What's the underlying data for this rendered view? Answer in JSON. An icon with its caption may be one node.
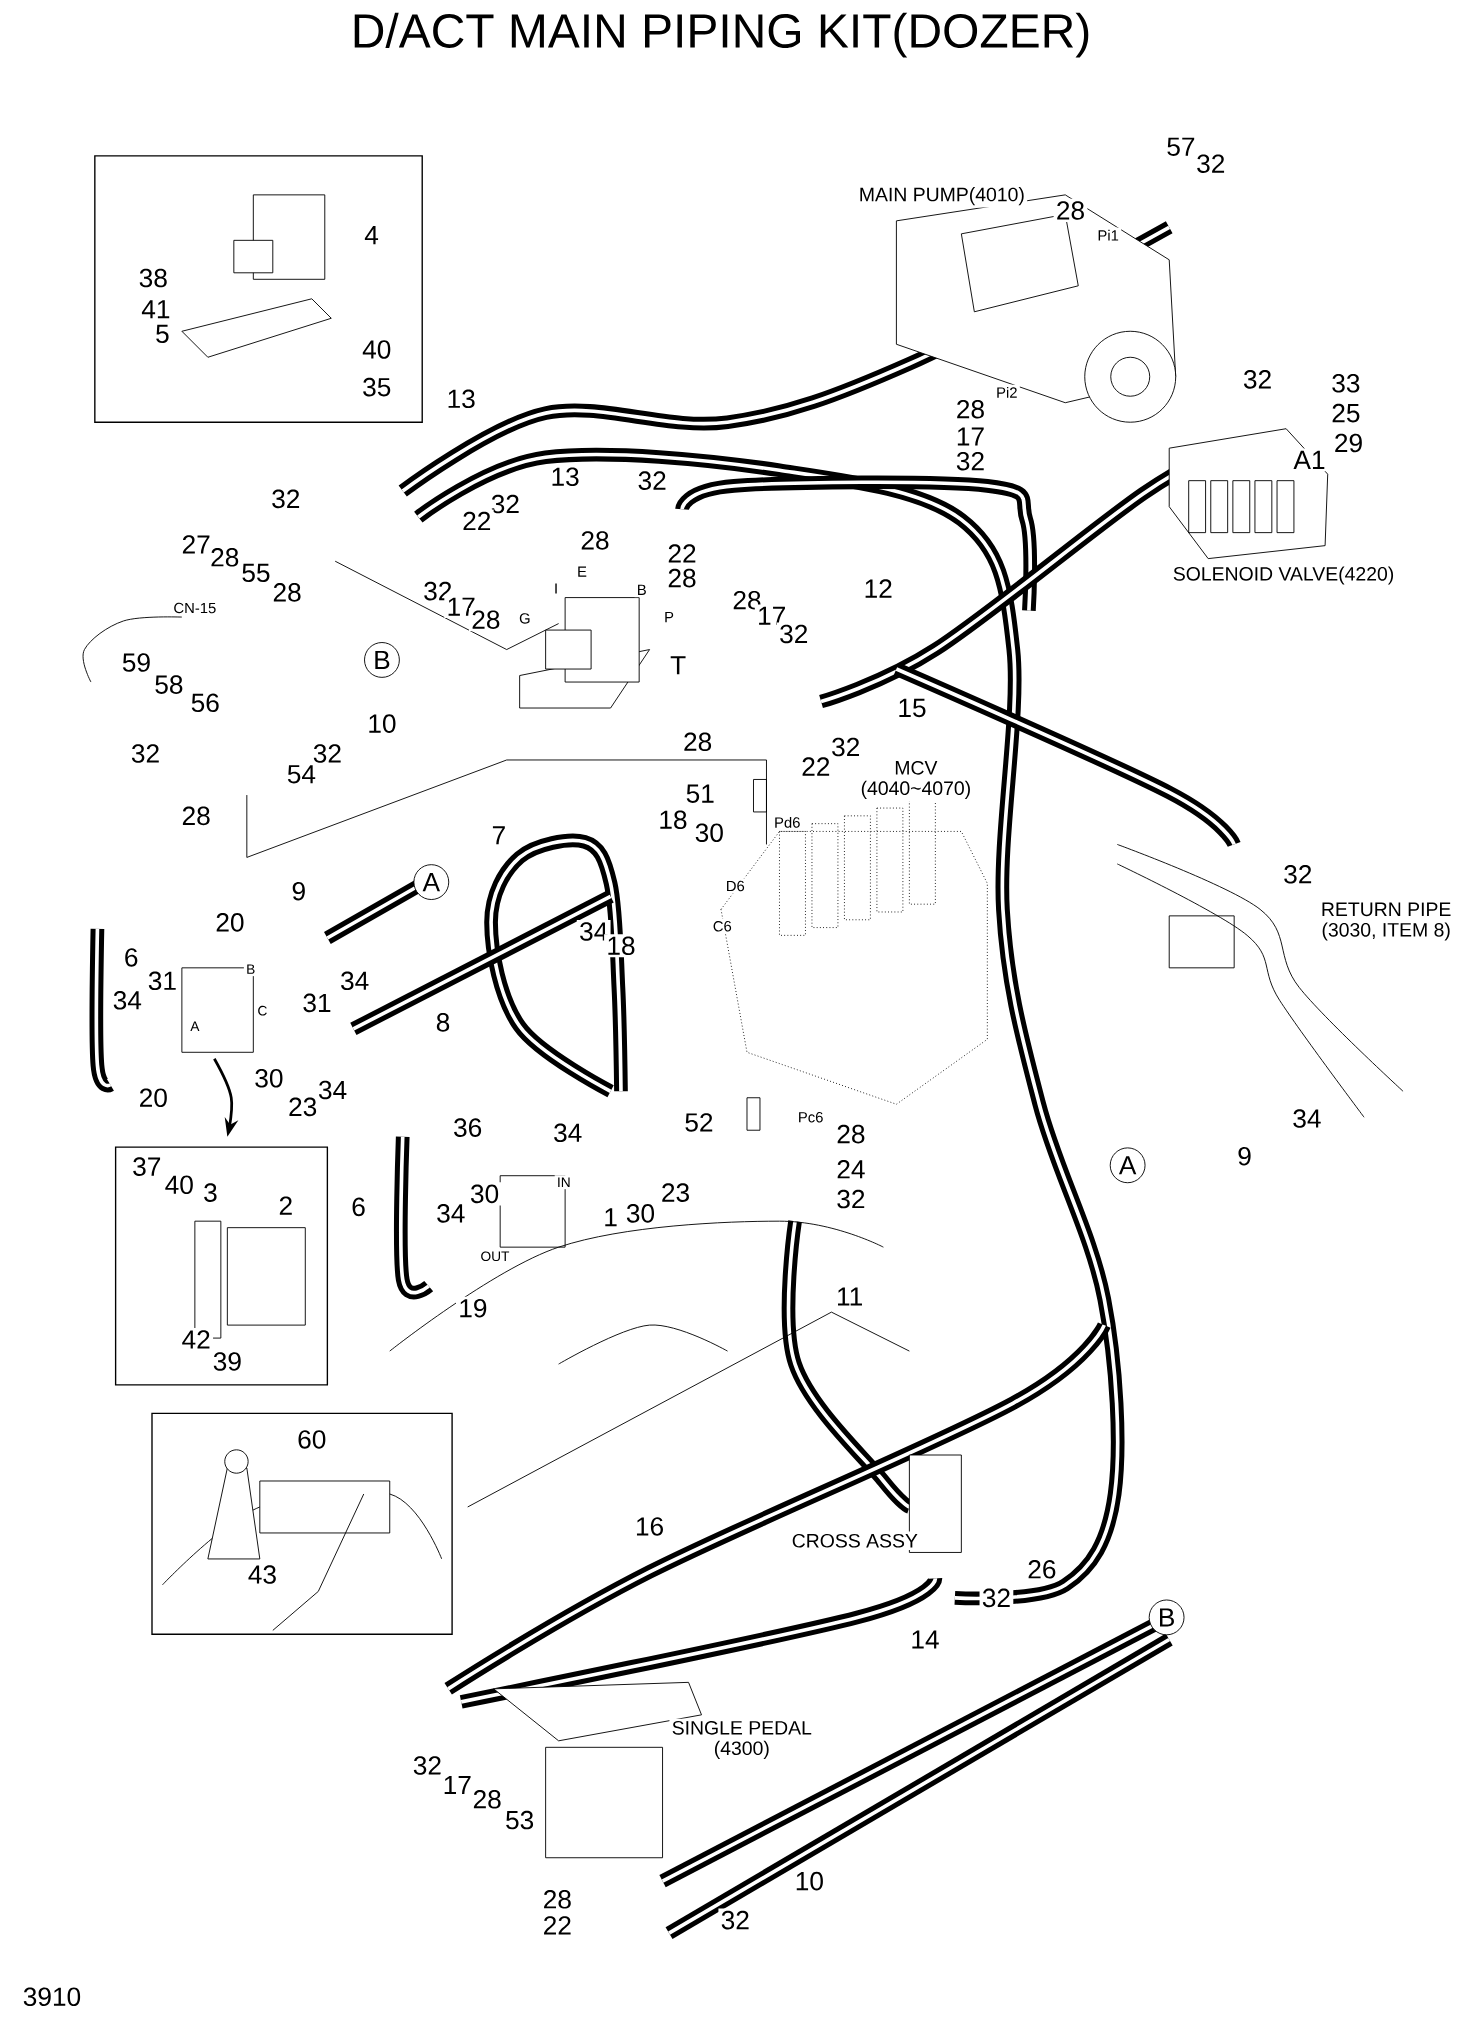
{
  "diagram": {
    "title": "D/ACT MAIN PIPING KIT(DOZER)",
    "labels": [
      "4",
      "38",
      "41",
      "5",
      "40",
      "35",
      "MAIN PUMP(4010)",
      "57",
      "32",
      "28",
      "Pi1",
      "Pi2",
      "28",
      "17",
      "32",
      "32",
      "33",
      "25",
      "29",
      "A1",
      "SOLENOID VALVE(4220)",
      "13",
      "13",
      "32",
      "32",
      "32",
      "27",
      "28",
      "55",
      "28",
      "22",
      "28",
      "22",
      "28",
      "32",
      "17",
      "28",
      "E",
      "I",
      "B",
      "G",
      "P",
      "T",
      "12",
      "28",
      "17",
      "32",
      "15",
      "CN-15",
      "59",
      "58",
      "56",
      "B",
      "10",
      "32",
      "32",
      "54",
      "28",
      "28",
      "32",
      "22",
      "MCV",
      "51",
      "(4040~4070)",
      "Pd6",
      "18",
      "30",
      "D6",
      "C6",
      "7",
      "9",
      "A",
      "20",
      "6",
      "31",
      "B",
      "34",
      "34",
      "C",
      "31",
      "A",
      "8",
      "20",
      "30",
      "23",
      "34",
      "34",
      "18",
      "RETURN PIPE",
      "(3030, ITEM 8)",
      "32",
      "52",
      "Pc6",
      "28",
      "24",
      "32",
      "A",
      "9",
      "34",
      "36",
      "34",
      "IN",
      "23",
      "30",
      "30",
      "34",
      "1",
      "6",
      "OUT",
      "19",
      "11",
      "37",
      "40",
      "3",
      "2",
      "42",
      "39",
      "60",
      "43",
      "16",
      "CROSS ASSY",
      "26",
      "32",
      "14",
      "B",
      "SINGLE PEDAL",
      "(4300)",
      "32",
      "17",
      "28",
      "53",
      "10",
      "28",
      "22",
      "32",
      "3910"
    ]
  }
}
